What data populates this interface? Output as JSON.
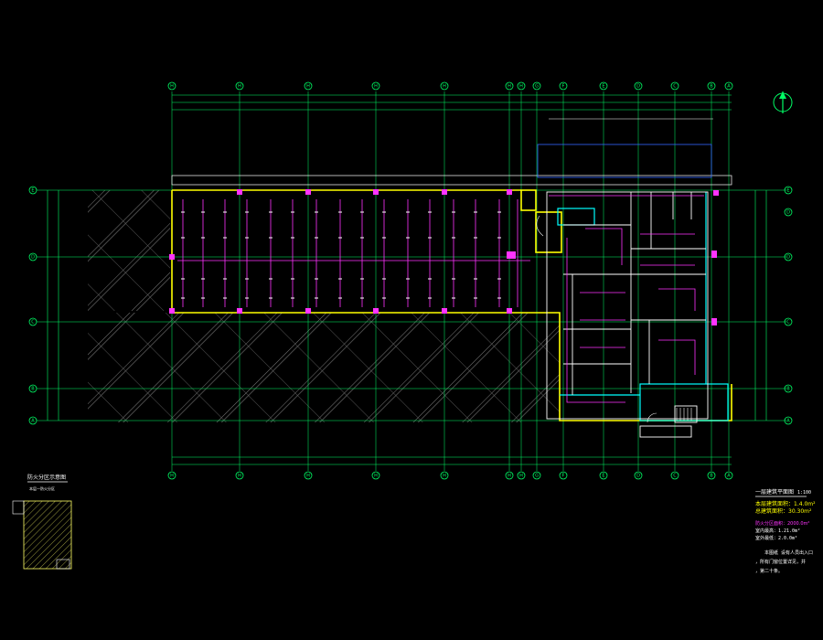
{
  "drawing": {
    "grid_cols_top": [
      "H",
      "H",
      "H",
      "H",
      "H",
      "H",
      "H",
      "G",
      "F",
      "E",
      "D",
      "C",
      "B",
      "A"
    ],
    "grid_cols_bottom": [
      "H",
      "H",
      "H",
      "H",
      "H",
      "H",
      "H",
      "G",
      "F",
      "E",
      "D",
      "C",
      "B",
      "A"
    ],
    "grid_rows_left": [
      "E",
      "D",
      "C",
      "B",
      "A"
    ],
    "grid_rows_right": [
      "E",
      "D",
      "C",
      "B",
      "A"
    ],
    "plan_title": "一层建筑平面图",
    "plan_scale": "1:100",
    "legend_yellow_1": "本层建筑面积：1.4.0m²",
    "legend_yellow_2": "总建筑面积：30.30m²",
    "legend_magenta": "防火分区面积：2000.0m²",
    "legend_white_1": "室内最高：1.21.0m²",
    "legend_white_2": "室外最低：2.0.0m²",
    "note_line_1": "本图纸 设有人员出入口",
    "note_line_2": "，所有门窗位置详见，并",
    "note_line_3": "，第二十条。",
    "detail_title": "防火分区示意图",
    "detail_subtitle": "本层一防火分区",
    "colors": {
      "background": "#000000",
      "grid": "#00ff66",
      "wall_yellow": "#ffff00",
      "sprinkler": "#ff33ff",
      "cyan": "#00ffff",
      "white": "#ffffff",
      "hatch": "#8a8a8a"
    }
  }
}
